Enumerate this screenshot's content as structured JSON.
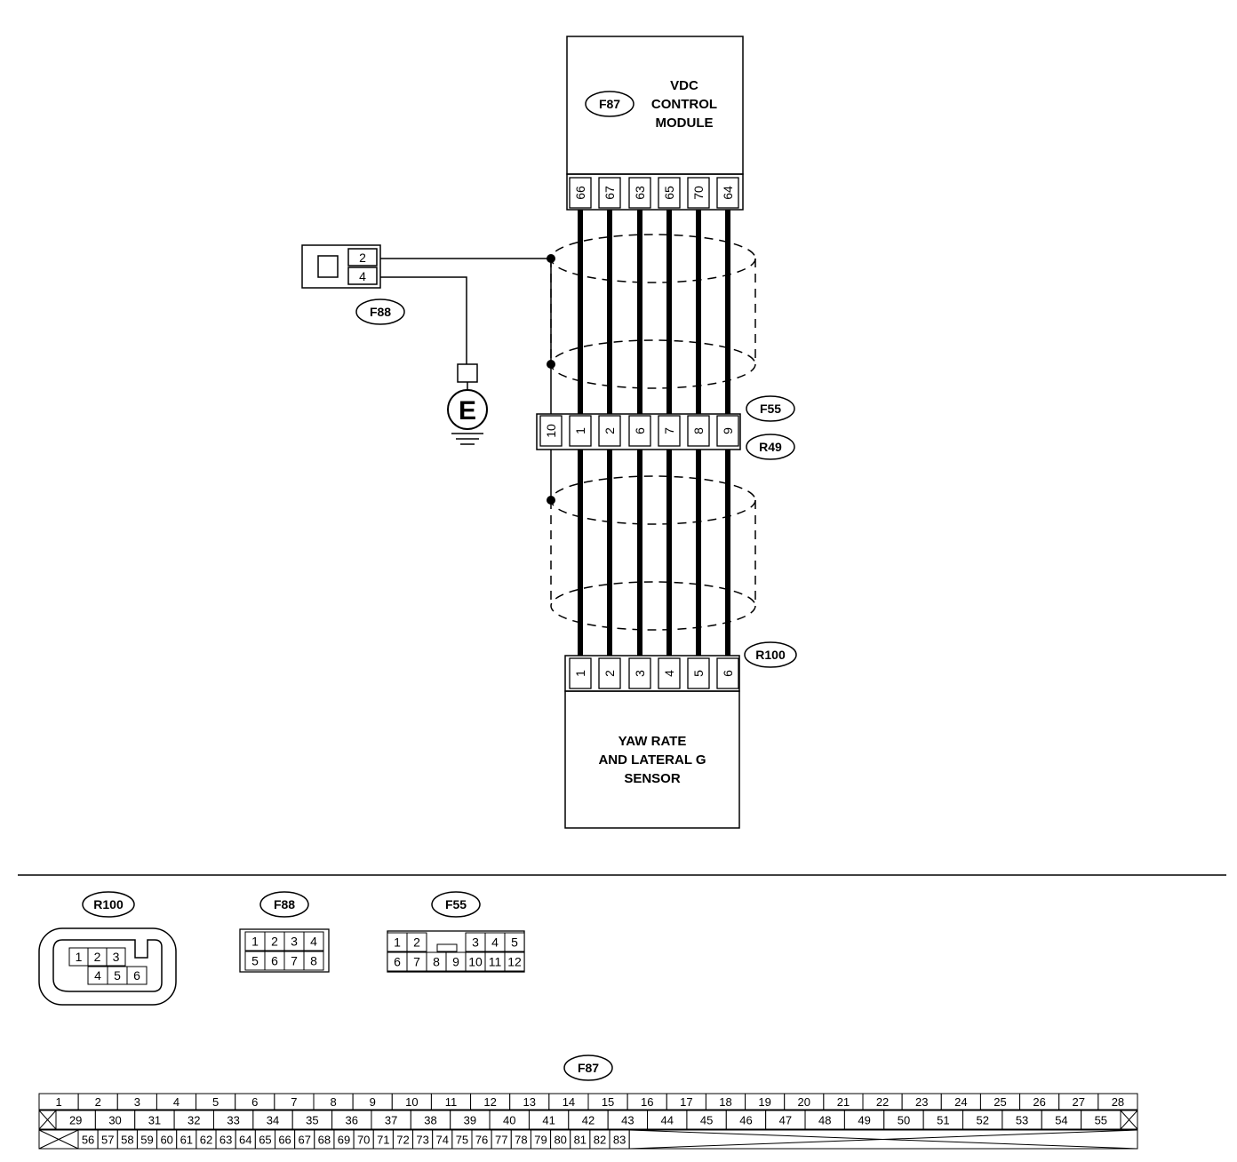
{
  "vdc": {
    "tag": "F87",
    "line1": "VDC",
    "line2": "CONTROL",
    "line3": "MODULE",
    "pins": [
      "66",
      "67",
      "63",
      "65",
      "70",
      "64"
    ]
  },
  "f88": {
    "tag": "F88",
    "pins": [
      "2",
      "4"
    ]
  },
  "ground": {
    "symbol": "E"
  },
  "joint": {
    "tag_top": "F55",
    "tag_bottom": "R49",
    "pins": [
      "10",
      "1",
      "2",
      "6",
      "7",
      "8",
      "9"
    ]
  },
  "yaw": {
    "tag": "R100",
    "line1": "YAW RATE",
    "line2": "AND LATERAL G",
    "line3": "SENSOR",
    "pins": [
      "1",
      "2",
      "3",
      "4",
      "5",
      "6"
    ]
  },
  "views": {
    "r100": {
      "tag": "R100",
      "top": [
        "1",
        "2",
        "3"
      ],
      "bottom": [
        "4",
        "5",
        "6"
      ]
    },
    "f88": {
      "tag": "F88",
      "top": [
        "1",
        "2",
        "3",
        "4"
      ],
      "bottom": [
        "5",
        "6",
        "7",
        "8"
      ]
    },
    "f55": {
      "tag": "F55",
      "top_left": [
        "1",
        "2"
      ],
      "top_right": [
        "3",
        "4",
        "5"
      ],
      "bottom": [
        "6",
        "7",
        "8",
        "9",
        "10",
        "11",
        "12"
      ]
    },
    "f87": {
      "tag": "F87",
      "row1": [
        "1",
        "2",
        "3",
        "4",
        "5",
        "6",
        "7",
        "8",
        "9",
        "10",
        "11",
        "12",
        "13",
        "14",
        "15",
        "16",
        "17",
        "18",
        "19",
        "20",
        "21",
        "22",
        "23",
        "24",
        "25",
        "26",
        "27",
        "28"
      ],
      "row2": [
        "29",
        "30",
        "31",
        "32",
        "33",
        "34",
        "35",
        "36",
        "37",
        "38",
        "39",
        "40",
        "41",
        "42",
        "43",
        "44",
        "45",
        "46",
        "47",
        "48",
        "49",
        "50",
        "51",
        "52",
        "53",
        "54",
        "55"
      ],
      "row3": [
        "56",
        "57",
        "58",
        "59",
        "60",
        "61",
        "62",
        "63",
        "64",
        "65",
        "66",
        "67",
        "68",
        "69",
        "70",
        "71",
        "72",
        "73",
        "74",
        "75",
        "76",
        "77",
        "78",
        "79",
        "80",
        "81",
        "82",
        "83"
      ]
    }
  }
}
